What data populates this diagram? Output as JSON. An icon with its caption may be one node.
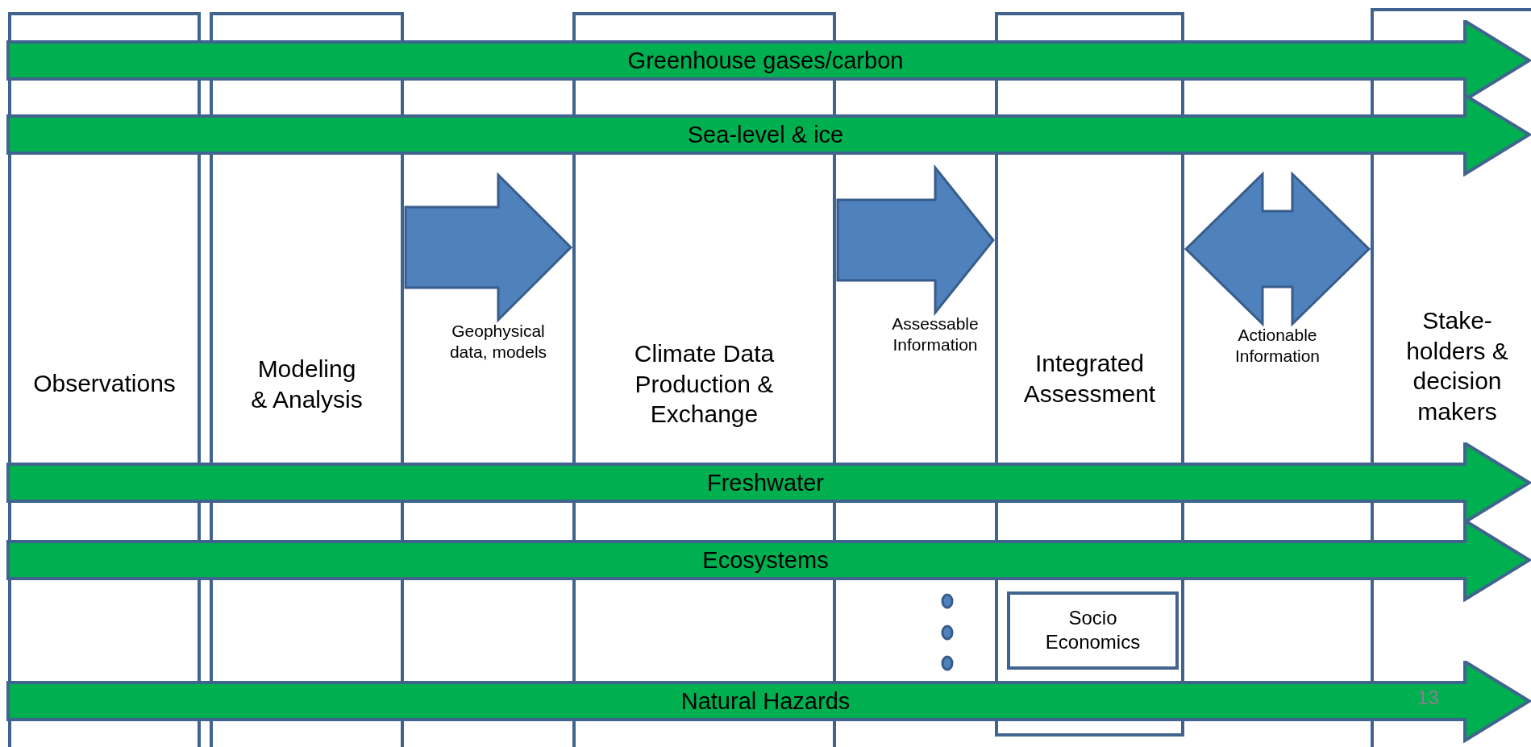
{
  "diagram": {
    "nodes": [
      {
        "text": [
          "Greenhouse gases/carbon"
        ]
      },
      {
        "text": [
          "Sea-level & ice"
        ]
      },
      {
        "text": [
          "Observations"
        ]
      },
      {
        "text": [
          "Modeling & Analysis"
        ]
      },
      {
        "text": [
          "Climate Data Production & Exchange"
        ]
      },
      {
        "text": [
          "Integrated Assessment"
        ]
      },
      {
        "text": [
          "Stake- holders & decision makers"
        ]
      },
      {
        "text": [
          "Freshwater"
        ]
      },
      {
        "text": [
          "Ecosystems"
        ]
      },
      {
        "text": [
          "Socio Economics"
        ],
        "in": 5
      },
      {
        "text": [
          "Natural Hazards"
        ]
      }
    ],
    "edges": [
      {
        "from": 3,
        "to": 4,
        "arrow": "to",
        "label": "Geophysical data, models"
      },
      {
        "from": 4,
        "to": 5,
        "arrow": "to",
        "label": "Assessable Information"
      },
      {
        "from": 5,
        "to": 6,
        "arrow": "both",
        "label": "Actionable Information"
      }
    ],
    "labels": [
      "13"
    ]
  }
}
